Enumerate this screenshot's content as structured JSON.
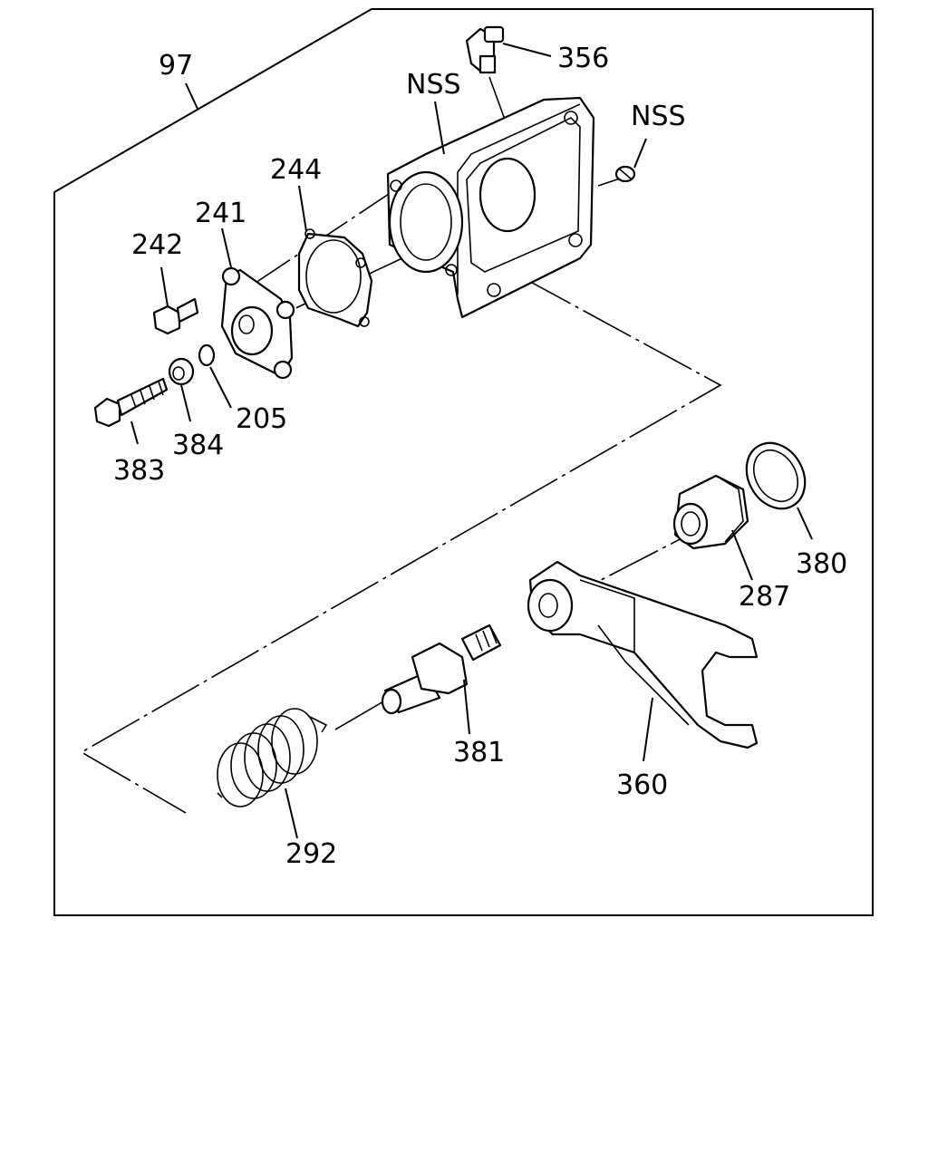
{
  "diagram": {
    "callouts": [
      {
        "key": "c97",
        "text": "97"
      },
      {
        "key": "c356",
        "text": "356"
      },
      {
        "key": "cNSS1",
        "text": "NSS"
      },
      {
        "key": "cNSS2",
        "text": "NSS"
      },
      {
        "key": "c244",
        "text": "244"
      },
      {
        "key": "c241",
        "text": "241"
      },
      {
        "key": "c242",
        "text": "242"
      },
      {
        "key": "c205",
        "text": "205"
      },
      {
        "key": "c384",
        "text": "384"
      },
      {
        "key": "c383",
        "text": "383"
      },
      {
        "key": "c380",
        "text": "380"
      },
      {
        "key": "c287",
        "text": "287"
      },
      {
        "key": "c381",
        "text": "381"
      },
      {
        "key": "c360",
        "text": "360"
      },
      {
        "key": "c292",
        "text": "292"
      }
    ]
  }
}
